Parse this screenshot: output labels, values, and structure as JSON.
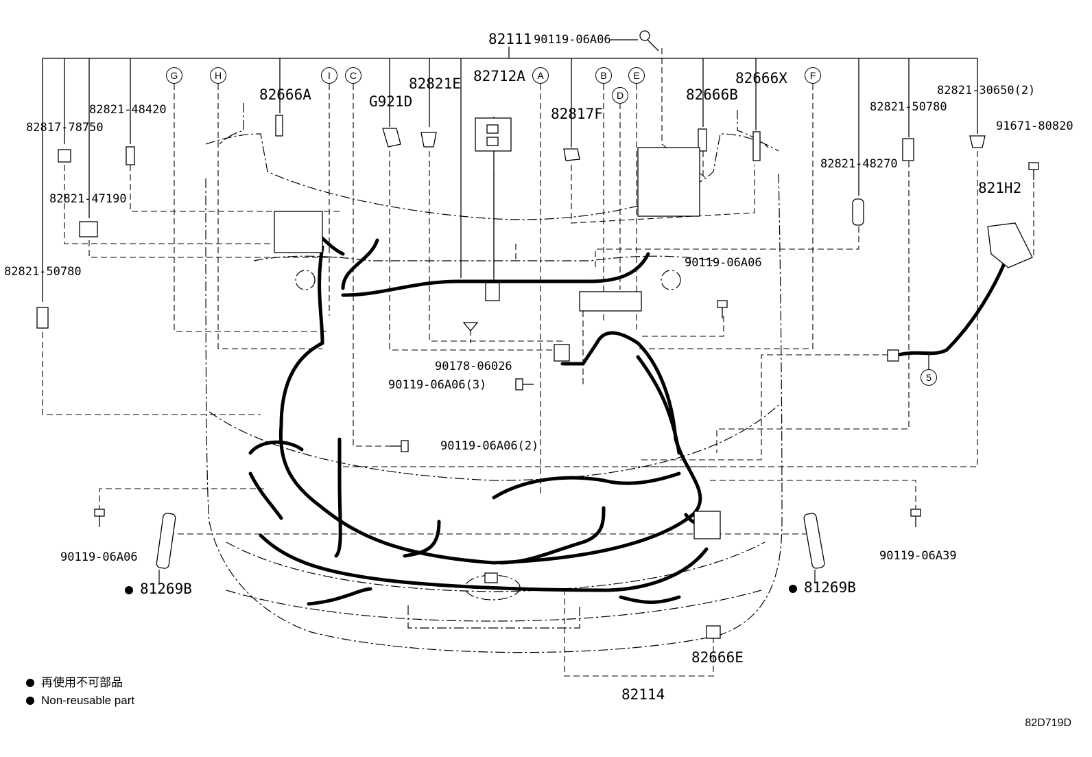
{
  "labels": {
    "main_harness": "82111",
    "bolt_top": "90119-06A06",
    "clamp_82817_78750": "82817-78750",
    "clamp_82821_48420": "82821-48420",
    "clamp_82821_47190": "82821-47190",
    "clamp_82821_50780_left": "82821-50780",
    "clamp_82666A": "82666A",
    "clamp_G921D": "G921D",
    "clamp_82821E": "82821E",
    "fuse_82712A": "82712A",
    "clamp_82817F": "82817F",
    "clamp_82666B": "82666B",
    "clamp_82666X": "82666X",
    "clamp_82821_50780_right": "82821-50780",
    "clamp_82821_30650": "82821-30650(2)",
    "bolt_91671_80820": "91671-80820",
    "clamp_82821_48270": "82821-48270",
    "wire_821H2": "821H2",
    "bolt_right_mid": "90119-06A06",
    "clip_90178_06026": "90178-06026",
    "bolt_center_3": "90119-06A06(3)",
    "bolt_center_2": "90119-06A06(2)",
    "bolt_lower_left": "90119-06A06",
    "bolt_lower_right": "90119-06A39",
    "protector_left": "81269B",
    "protector_right": "81269B",
    "clamp_82666E": "82666E",
    "bumper_harness": "82114"
  },
  "callouts": [
    "A",
    "B",
    "C",
    "D",
    "E",
    "F",
    "G",
    "H",
    "I",
    "5"
  ],
  "legend": {
    "japanese": "再使用不可部品",
    "english": "Non-reusable part"
  },
  "diagram_code": "82D719D",
  "colors": {
    "ink": "#000000",
    "background": "#ffffff"
  }
}
